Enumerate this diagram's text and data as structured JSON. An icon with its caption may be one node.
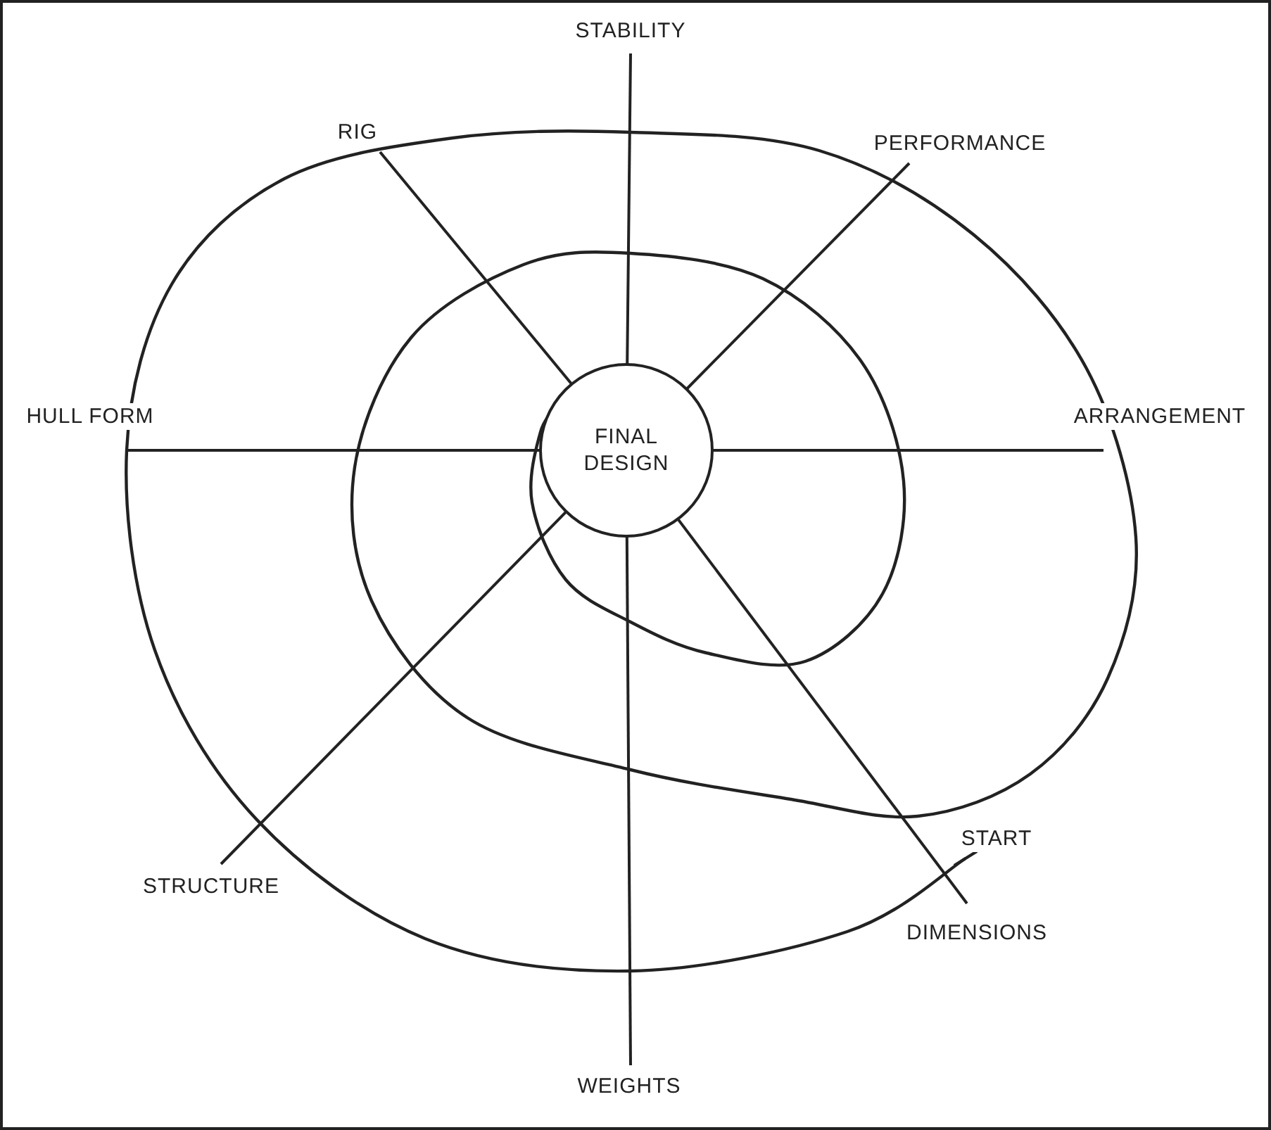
{
  "diagram": {
    "nodes": [
      {
        "text": [
          "STABILITY"
        ]
      },
      {
        "text": [
          "RIG"
        ]
      },
      {
        "text": [
          "PERFORMANCE"
        ]
      },
      {
        "text": [
          "HULL FORM"
        ]
      },
      {
        "text": [
          "FINAL DESIGN"
        ]
      },
      {
        "text": [
          "ARRANGEMENT"
        ]
      },
      {
        "text": [
          "STRUCTURE"
        ]
      },
      {
        "text": [
          "DIMENSIONS"
        ]
      },
      {
        "text": [
          "WEIGHTS"
        ]
      }
    ],
    "edges": [
      {
        "from": 0,
        "to": 4,
        "arrow": "none"
      },
      {
        "from": 1,
        "to": 4,
        "arrow": "none"
      },
      {
        "from": 2,
        "to": 4,
        "arrow": "none"
      },
      {
        "from": 3,
        "to": 4,
        "arrow": "none"
      },
      {
        "from": 5,
        "to": 4,
        "arrow": "none"
      },
      {
        "from": 6,
        "to": 4,
        "arrow": "none"
      },
      {
        "from": 7,
        "to": 4,
        "arrow": "none"
      },
      {
        "from": 8,
        "to": 4,
        "arrow": "none"
      }
    ],
    "labels": [
      "START"
    ]
  }
}
